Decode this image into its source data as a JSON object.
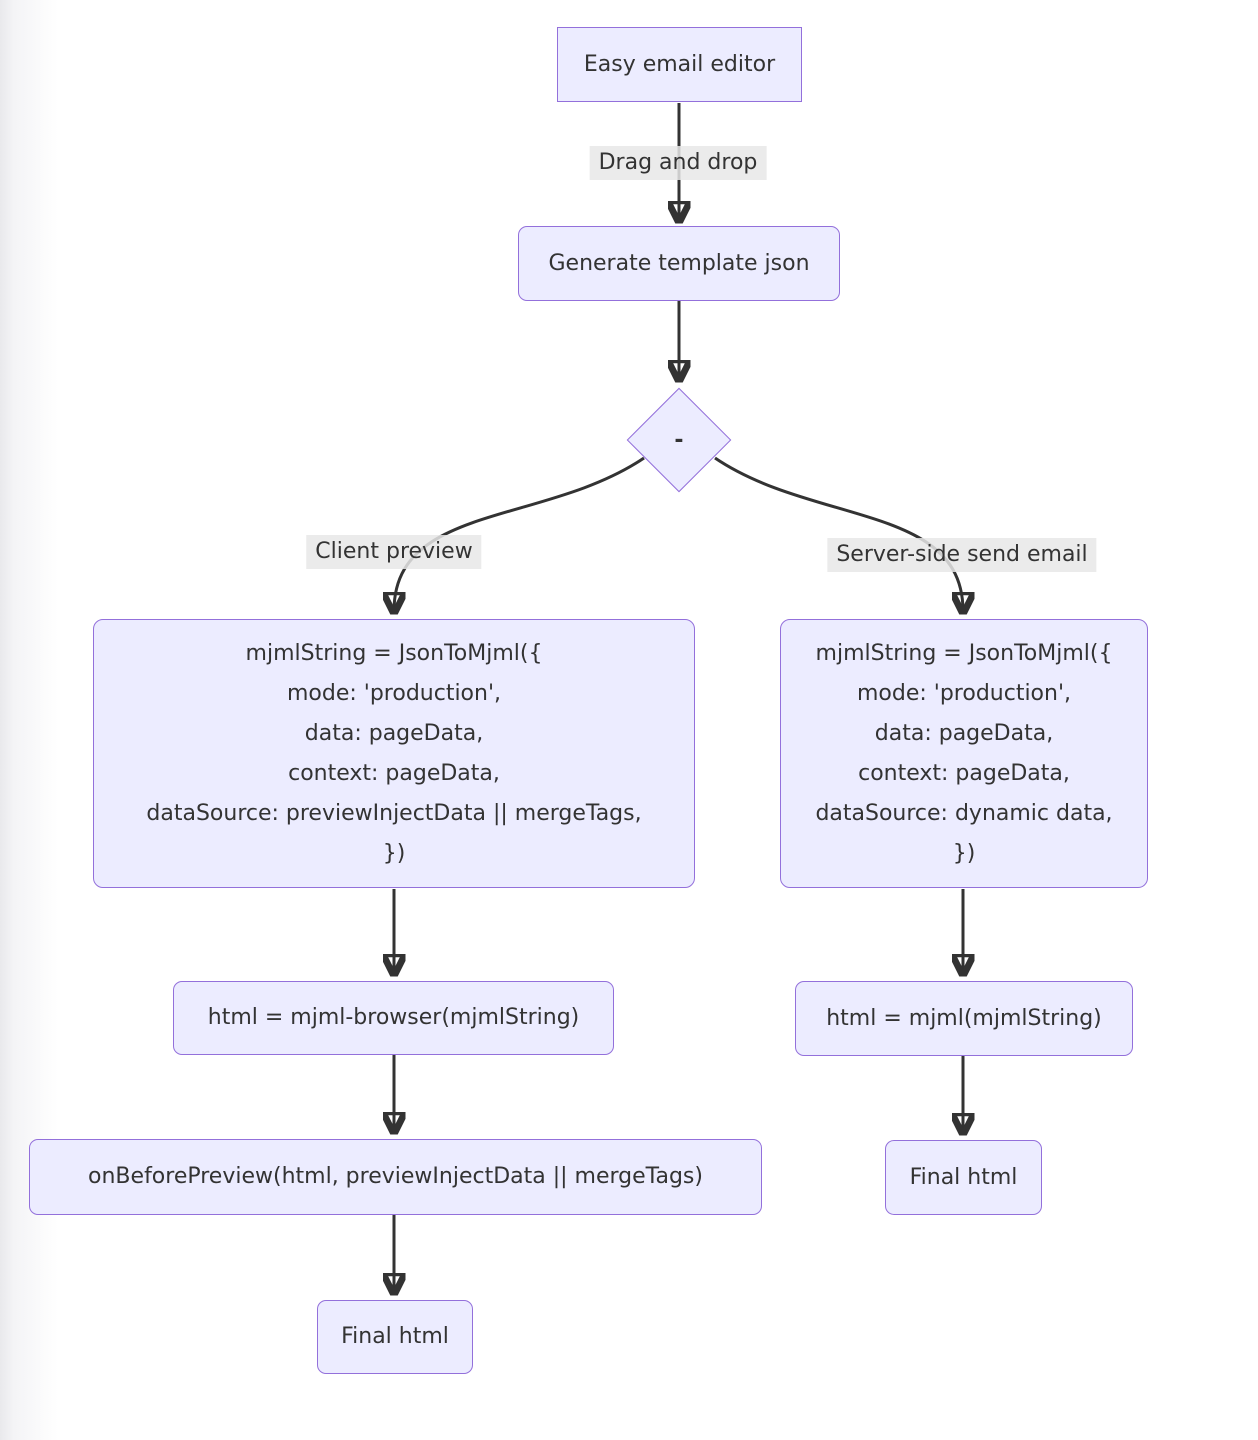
{
  "meta": {
    "diagram_type": "flowchart",
    "direction": "top-down"
  },
  "theme": {
    "node_fill": "#ECECFF",
    "node_border": "#9370DB",
    "edge_color": "#333333",
    "text_color": "#333333",
    "edge_label_bg": "#e8e8e8",
    "page_bg": "#ffffff"
  },
  "nodes": {
    "easy_email_editor": {
      "shape": "rect",
      "label": "Easy email editor"
    },
    "generate_template_json": {
      "shape": "rounded",
      "label": "Generate template json"
    },
    "decision": {
      "shape": "diamond",
      "label": "-"
    },
    "client_jsontomjml": {
      "shape": "rounded",
      "lines": [
        "mjmlString = JsonToMjml({",
        "mode: 'production',",
        "data: pageData,",
        "context: pageData,",
        "dataSource: previewInjectData || mergeTags,",
        "})"
      ]
    },
    "server_jsontomjml": {
      "shape": "rounded",
      "lines": [
        "mjmlString = JsonToMjml({",
        "mode: 'production',",
        "data: pageData,",
        "context: pageData,",
        "dataSource: dynamic data,",
        "})"
      ]
    },
    "client_mjml_browser": {
      "shape": "rounded",
      "label": "html = mjml-browser(mjmlString)"
    },
    "client_onbeforepreview": {
      "shape": "rounded",
      "label": "onBeforePreview(html, previewInjectData || mergeTags)"
    },
    "client_final_html": {
      "shape": "rounded",
      "label": "Final html"
    },
    "server_mjml": {
      "shape": "rounded",
      "label": "html = mjml(mjmlString)"
    },
    "server_final_html": {
      "shape": "rounded",
      "label": "Final html"
    }
  },
  "edges": [
    {
      "from": "easy_email_editor",
      "to": "generate_template_json",
      "label": "Drag and drop"
    },
    {
      "from": "generate_template_json",
      "to": "decision",
      "label": ""
    },
    {
      "from": "decision",
      "to": "client_jsontomjml",
      "label": "Client preview"
    },
    {
      "from": "decision",
      "to": "server_jsontomjml",
      "label": "Server-side send email"
    },
    {
      "from": "client_jsontomjml",
      "to": "client_mjml_browser",
      "label": ""
    },
    {
      "from": "client_mjml_browser",
      "to": "client_onbeforepreview",
      "label": ""
    },
    {
      "from": "client_onbeforepreview",
      "to": "client_final_html",
      "label": ""
    },
    {
      "from": "server_jsontomjml",
      "to": "server_mjml",
      "label": ""
    },
    {
      "from": "server_mjml",
      "to": "server_final_html",
      "label": ""
    }
  ]
}
